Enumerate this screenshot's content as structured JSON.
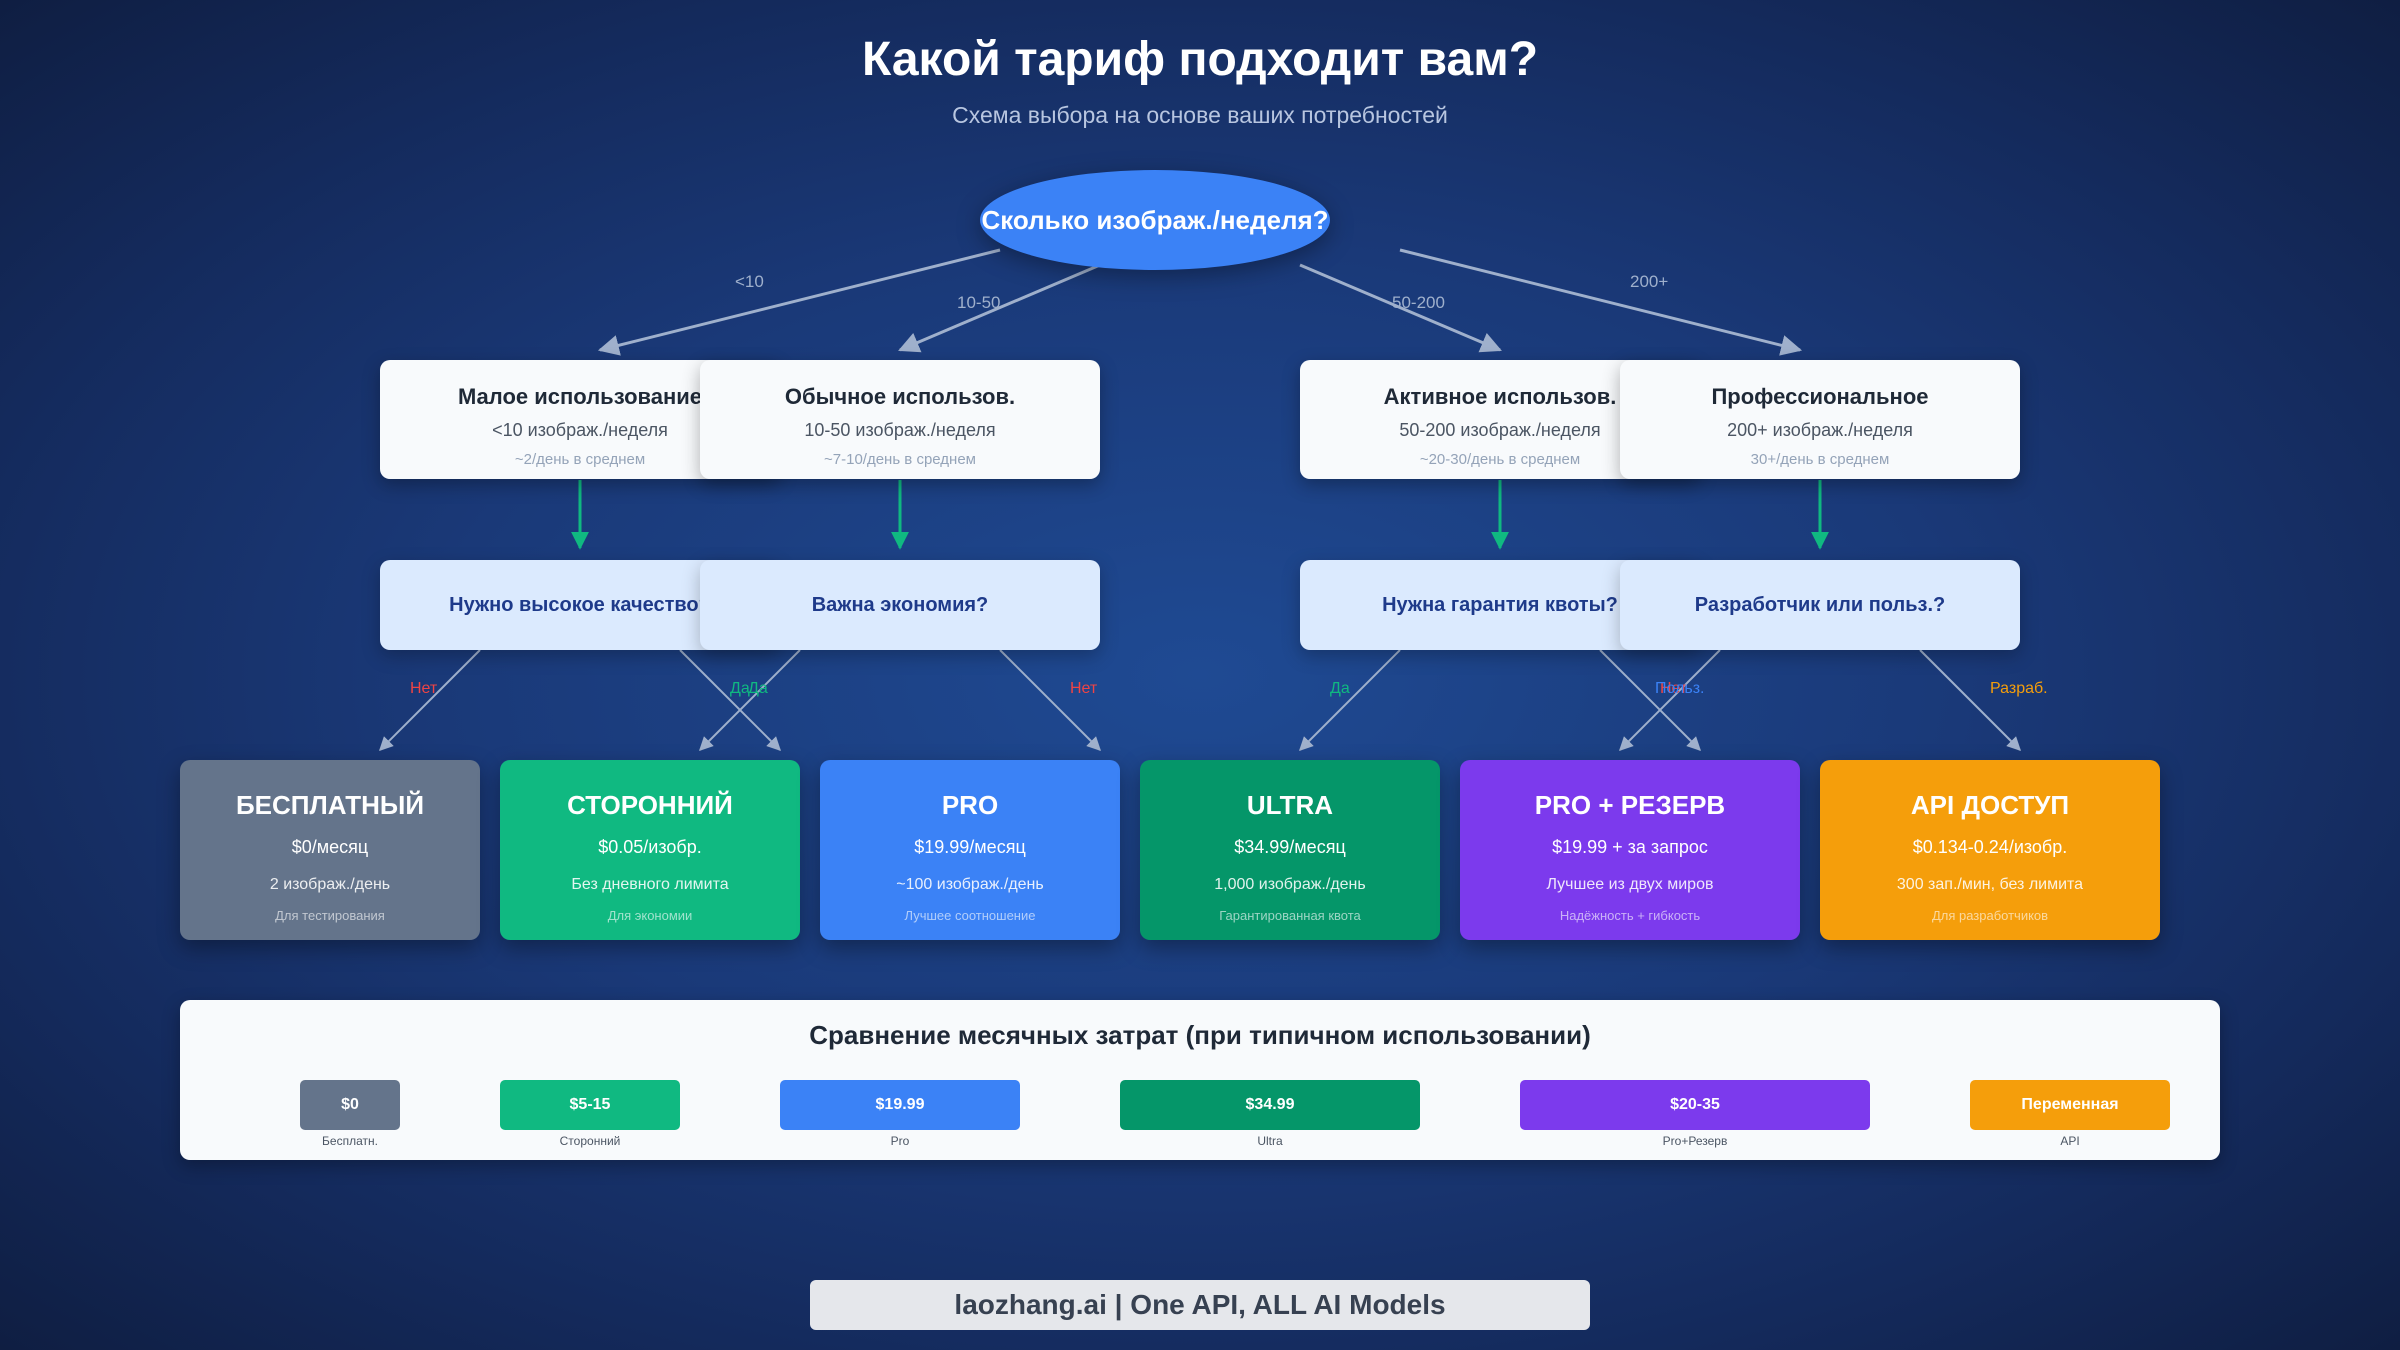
{
  "header": {
    "title": "Какой тариф подходит вам?",
    "subtitle": "Схема выбора на основе ваших потребностей"
  },
  "root": {
    "question": "Сколько изображ./неделя?"
  },
  "edges": {
    "lt10": "<10",
    "r10_50": "10-50",
    "r50_200": "50-200",
    "gt200": "200+"
  },
  "usage": [
    {
      "title": "Малое использование",
      "range": "<10 изображ./неделя",
      "avg": "~2/день в среднем"
    },
    {
      "title": "Обычное использов.",
      "range": "10-50 изображ./неделя",
      "avg": "~7-10/день в среднем"
    },
    {
      "title": "Активное использов.",
      "range": "50-200 изображ./неделя",
      "avg": "~20-30/день в среднем"
    },
    {
      "title": "Профессиональное",
      "range": "200+ изображ./неделя",
      "avg": "30+/день в среднем"
    }
  ],
  "questions": [
    "Нужно высокое качество?",
    "Важна экономия?",
    "Нужна гарантия квоты?",
    "Разработчик или польз.?"
  ],
  "branches": {
    "q1_no": "Нет",
    "q1_yes": "Да",
    "q2_yes": "Да",
    "q2_no": "Нет",
    "q3_yes": "Да",
    "q3_no": "Нет",
    "q4_user": "Польз.",
    "q4_dev": "Разраб."
  },
  "plans": [
    {
      "name": "БЕСПЛАТНЫЙ",
      "price": "$0/месяц",
      "limit": "2 изображ./день",
      "note": "Для тестирования",
      "color": "#64748b"
    },
    {
      "name": "СТОРОННИЙ",
      "price": "$0.05/изобр.",
      "limit": "Без дневного лимита",
      "note": "Для экономии",
      "color": "#10b981"
    },
    {
      "name": "PRO",
      "price": "$19.99/месяц",
      "limit": "~100 изображ./день",
      "note": "Лучшее соотношение",
      "color": "#3b82f6"
    },
    {
      "name": "ULTRA",
      "price": "$34.99/месяц",
      "limit": "1,000 изображ./день",
      "note": "Гарантированная квота",
      "color": "#059669"
    },
    {
      "name": "PRO + РЕЗЕРВ",
      "price": "$19.99 + за запрос",
      "limit": "Лучшее из двух миров",
      "note": "Надёжность + гибкость",
      "color": "#7c3aed"
    },
    {
      "name": "API ДОСТУП",
      "price": "$0.134-0.24/изобр.",
      "limit": "300 зап./мин, без лимита",
      "note": "Для разработчиков",
      "color": "#f59e0b"
    }
  ],
  "comparison": {
    "title": "Сравнение месячных затрат (при типичном использовании)",
    "bars": [
      {
        "value": "$0",
        "label": "Бесплатн."
      },
      {
        "value": "$5-15",
        "label": "Сторонний"
      },
      {
        "value": "$19.99",
        "label": "Pro"
      },
      {
        "value": "$34.99",
        "label": "Ultra"
      },
      {
        "value": "$20-35",
        "label": "Pro+Резерв"
      },
      {
        "value": "Переменная",
        "label": "API"
      }
    ]
  },
  "footer": {
    "text": "laozhang.ai | One API, ALL AI Models"
  },
  "colors": {
    "arrow_gray": "#9fb0cc",
    "arrow_green": "#10b981",
    "label_no": "#ef4444",
    "label_yes": "#10b981",
    "label_user": "#3b82f6",
    "label_dev": "#f59e0b"
  }
}
